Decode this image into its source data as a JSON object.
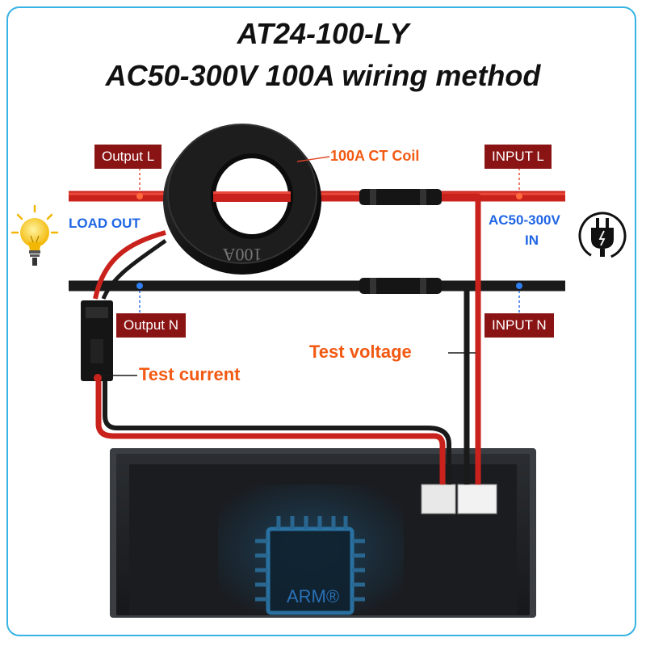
{
  "title": {
    "line1": "AT24-100-LY",
    "line2": "AC50-300V 100A wiring method"
  },
  "labels": {
    "output_l": "Output L",
    "input_l": "INPUT L",
    "output_n": "Output N",
    "input_n": "INPUT N",
    "ct_coil": "100A CT Coil",
    "load_out": "LOAD OUT",
    "ac_in_line1": "AC50-300V",
    "ac_in_line2": "IN",
    "test_voltage": "Test voltage",
    "test_current": "Test current",
    "coil_marking": "100A",
    "chip": "ARM®"
  },
  "colors": {
    "frame": "#36b3e3",
    "tag_bg": "#8a1414",
    "wire_red": "#d42a22",
    "wire_black": "#1a1a1a",
    "annotation_orange": "#f25a13",
    "annotation_blue": "#1f66e5"
  },
  "icons": [
    "light-bulb-icon",
    "power-plug-icon"
  ]
}
